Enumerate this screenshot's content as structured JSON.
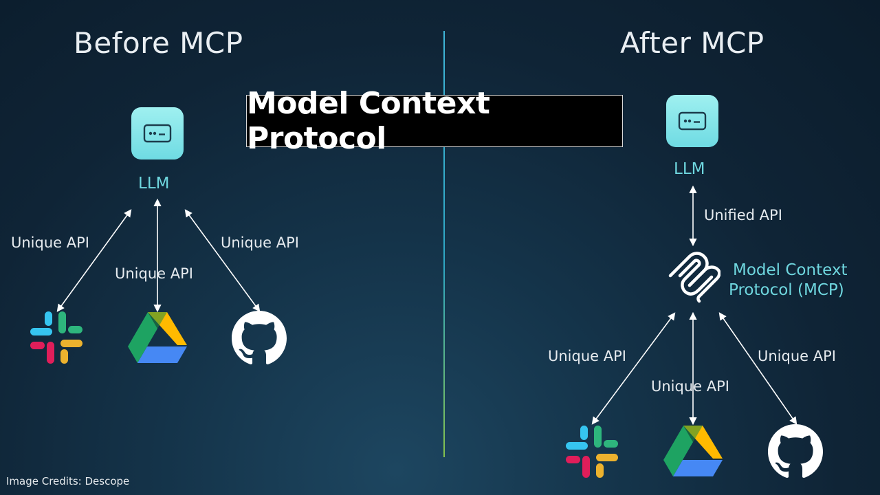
{
  "title": "Model Context Protocol",
  "before": {
    "heading": "Before MCP",
    "llm_label": "LLM",
    "api_labels": [
      "Unique API",
      "Unique API",
      "Unique API"
    ],
    "tools": [
      "slack-icon",
      "google-drive-icon",
      "github-icon"
    ]
  },
  "after": {
    "heading": "After MCP",
    "llm_label": "LLM",
    "unified_api_label": "Unified API",
    "mcp_label_line1": "Model Context",
    "mcp_label_line2": "Protocol (MCP)",
    "api_labels": [
      "Unique API",
      "Unique API",
      "Unique API"
    ],
    "tools": [
      "slack-icon",
      "google-drive-icon",
      "github-icon"
    ]
  },
  "credits": "Image Credits: Descope",
  "colors": {
    "accent_teal": "#6fd7df",
    "tile": "#8fe6ea",
    "slack_blue": "#36c5f0",
    "slack_green": "#2eb67d",
    "slack_yellow": "#ecb22e",
    "slack_red": "#e01e5a",
    "drive_green": "#1ea362",
    "drive_yellow": "#ffba00",
    "drive_blue": "#4688f4"
  }
}
